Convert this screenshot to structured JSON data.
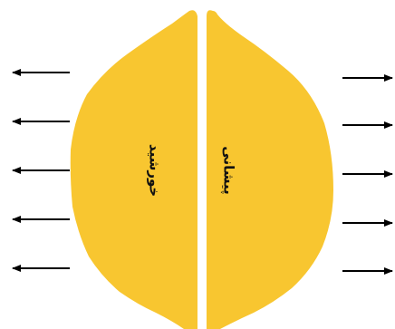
{
  "diagram": {
    "colors": {
      "fill": "#F8C630",
      "arrow": "#000000",
      "background": "#ffffff"
    },
    "left_half": {
      "label": "خورشید"
    },
    "right_half": {
      "label": "پیشانی"
    },
    "arrows": {
      "left": {
        "count": 5,
        "direction": "outward-left"
      },
      "right": {
        "count": 5,
        "direction": "outward-right"
      }
    }
  }
}
